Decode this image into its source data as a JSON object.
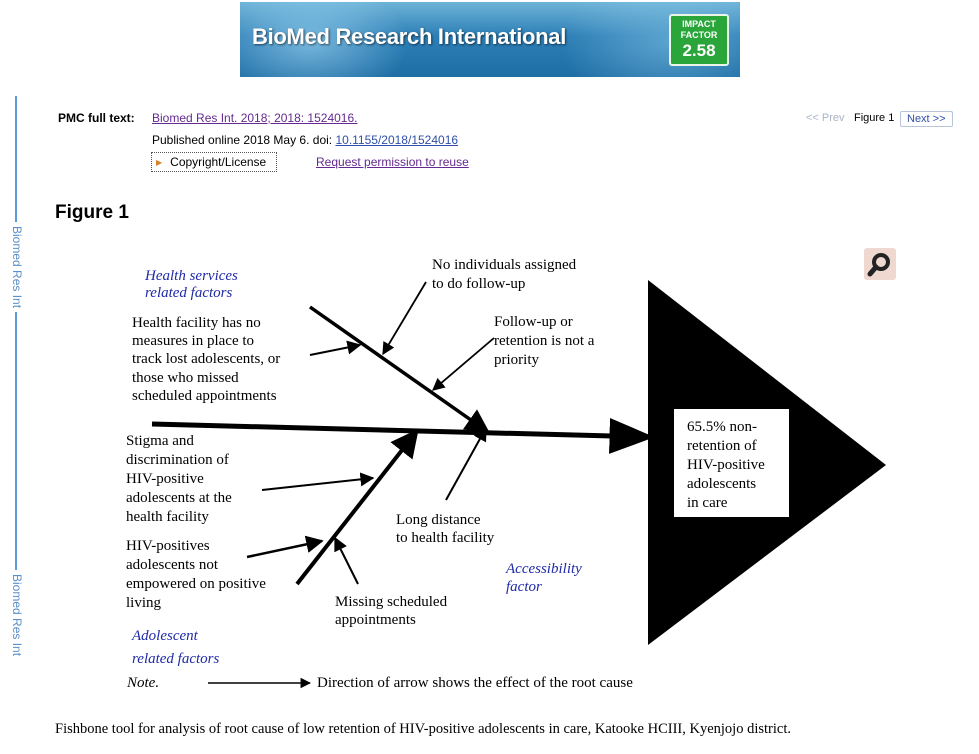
{
  "banner": {
    "journal_title": "BioMed Research International",
    "impact_label_1": "IMPACT",
    "impact_label_2": "FACTOR",
    "impact_value": "2.58"
  },
  "side_labels": [
    "Biomed Res Int",
    "Biomed Res Int"
  ],
  "citation": {
    "pmc_label": "PMC full text:",
    "cite_link": "Biomed Res Int. 2018; 2018: 1524016.",
    "published_prefix": "Published online 2018 May 6. doi: ",
    "doi_link": "10.1155/2018/1524016",
    "copyright_label": "Copyright/License",
    "reuse_link": "Request permission to reuse"
  },
  "pager": {
    "prev": "<< Prev",
    "current": "Figure 1",
    "next": "Next >>"
  },
  "figure_title": "Figure 1",
  "diagram": {
    "health_services_header": [
      "Health services",
      "related factors"
    ],
    "no_individuals": [
      "No individuals assigned",
      "to do follow-up"
    ],
    "followup_priority": [
      "Follow-up or",
      "retention is not a",
      "priority"
    ],
    "health_facility": [
      "Health facility has no",
      "measures in place to",
      "track lost adolescents, or",
      "those who missed",
      "scheduled appointments"
    ],
    "stigma": [
      "Stigma and",
      "discrimination of",
      "HIV-positive",
      "adolescents at the",
      "health facility"
    ],
    "not_empowered": [
      "HIV-positives",
      "adolescents not",
      "empowered on positive",
      "living"
    ],
    "long_distance": [
      "Long distance",
      "to health facility"
    ],
    "missing_appointments": [
      "Missing scheduled",
      "appointments"
    ],
    "accessibility_header": [
      "Accessibility",
      "factor"
    ],
    "adolescent_header": [
      "Adolescent",
      "related factors"
    ],
    "effect_box": [
      "65.5% non-",
      "retention of",
      "HIV-positive",
      "adolescents",
      "in care"
    ],
    "note_label": "Note.",
    "note_text": "Direction of arrow shows the effect of the root cause"
  },
  "caption": "Fishbone tool for analysis of root cause of low retention of HIV-positive adolescents in care, Katooke HCIII, Kyenjojo district.",
  "colors": {
    "link": "#642a8f",
    "doi_link": "#2f4fa6",
    "category_text": "#1f2aa8",
    "side_label": "#5b8fc9",
    "badge_green": "#2aa53a"
  }
}
